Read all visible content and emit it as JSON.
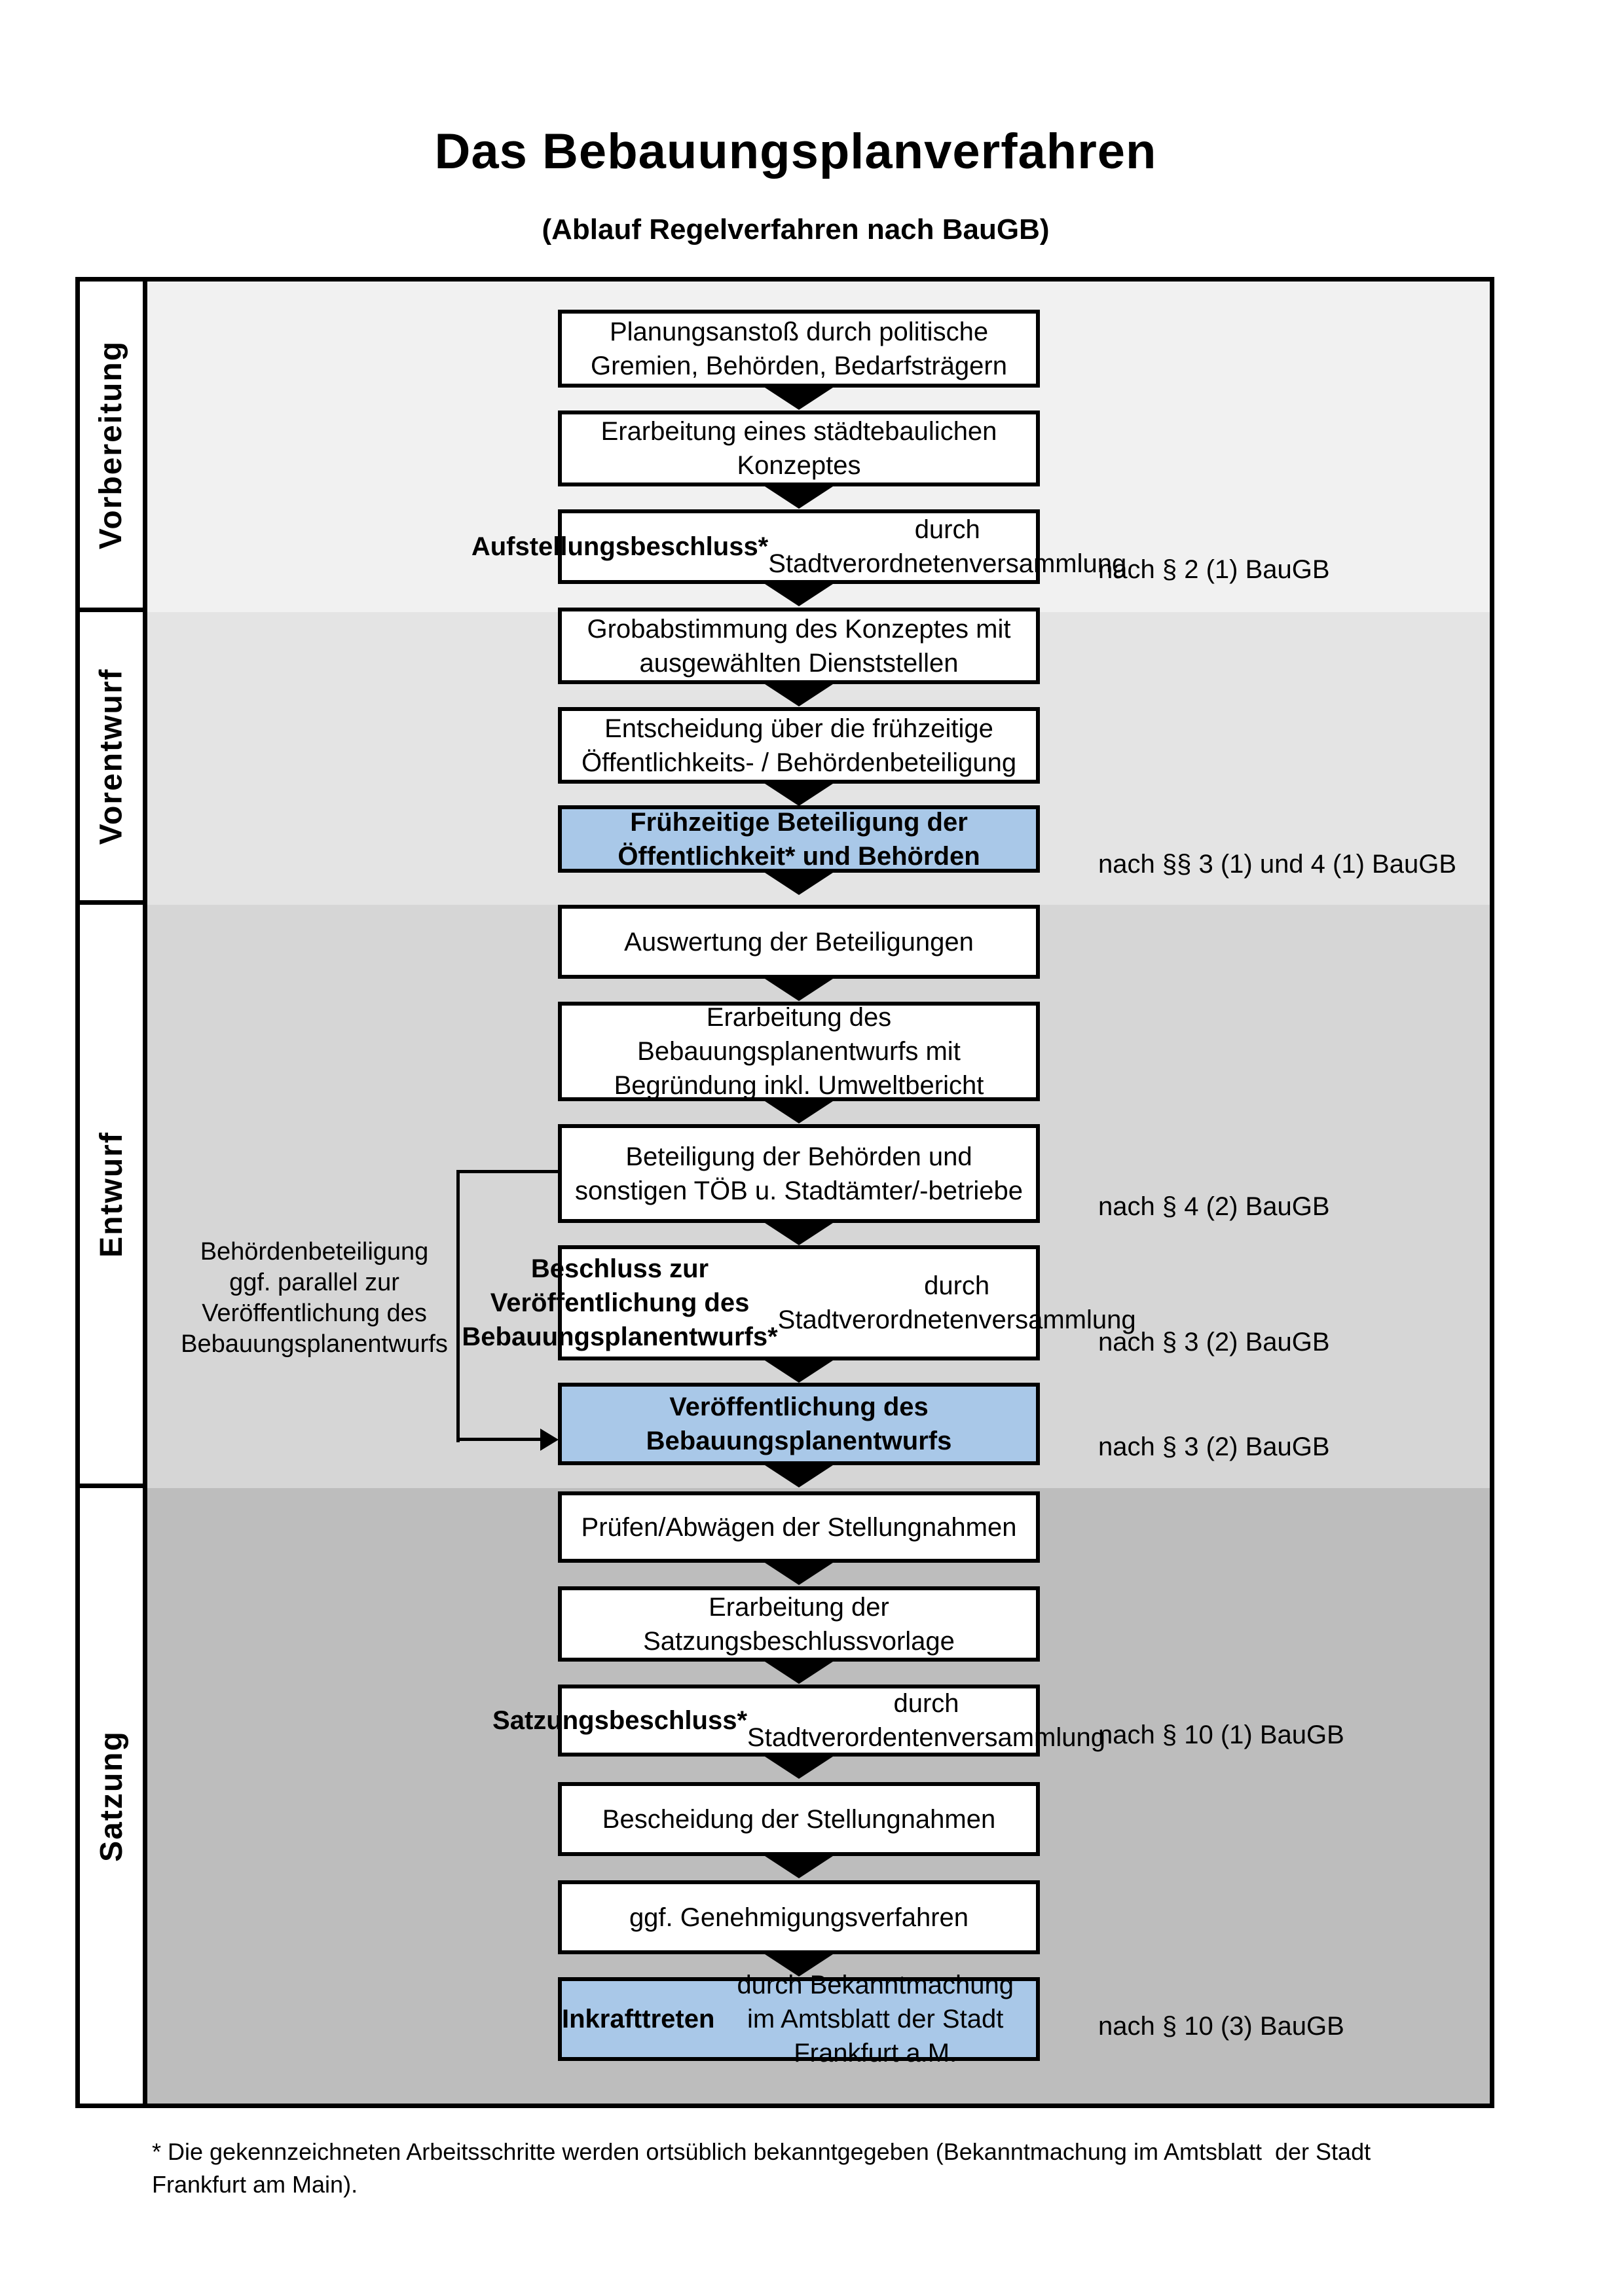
{
  "title": "Das Bebauungsplanverfahren",
  "subtitle": "(Ablauf Regelverfahren nach BauGB)",
  "phases": [
    {
      "label": "Vorbereitung"
    },
    {
      "label": "Vorentwurf"
    },
    {
      "label": "Entwurf"
    },
    {
      "label": "Satzung"
    }
  ],
  "steps": [
    {
      "bold": "",
      "rest": "Planungsanstoß durch politische\nGremien, Behörden, Bedarfsträgern"
    },
    {
      "bold": "",
      "rest": "Erarbeitung eines städtebaulichen\nKonzeptes"
    },
    {
      "bold": "Aufstellungsbeschluss*",
      "rest": " durch\nStadtverordnetenversammlung"
    },
    {
      "bold": "",
      "rest": "Grobabstimmung des Konzeptes mit\nausgewählten Dienststellen"
    },
    {
      "bold": "",
      "rest": "Entscheidung über die frühzeitige\nÖffentlichkeits- / Behördenbeteiligung"
    },
    {
      "bold": "Frühzeitige Beteiligung der\nÖffentlichkeit* und Behörden",
      "rest": ""
    },
    {
      "bold": "",
      "rest": "Auswertung der Beteiligungen"
    },
    {
      "bold": "",
      "rest": "Erarbeitung des\nBebauungsplanentwurfs mit\nBegründung inkl. Umweltbericht"
    },
    {
      "bold": "",
      "rest": "Beteiligung der Behörden und\nsonstigen TÖB u. Stadtämter/-betriebe"
    },
    {
      "bold": "Beschluss zur Veröffentlichung des\nBebauungsplanentwurfs*",
      "rest": " durch\nStadtverordnetenversammlung"
    },
    {
      "bold": "Veröffentlichung des\nBebauungsplanentwurfs",
      "rest": ""
    },
    {
      "bold": "",
      "rest": "Prüfen/Abwägen der Stellungnahmen"
    },
    {
      "bold": "",
      "rest": "Erarbeitung der\nSatzungsbeschlussvorlage"
    },
    {
      "bold": "Satzungsbeschluss*",
      "rest": " durch\nStadtverordentenversammlung"
    },
    {
      "bold": "",
      "rest": "Bescheidung der Stellungnahmen"
    },
    {
      "bold": "",
      "rest": "ggf. Genehmigungsverfahren"
    },
    {
      "bold": "Inkrafttreten",
      "rest": " durch Bekanntmachung\nim Amtsblatt der Stadt Frankfurt a.M."
    }
  ],
  "refs": [
    {
      "text": "nach § 2 (1) BauGB"
    },
    {
      "text": "nach §§ 3 (1) und 4 (1) BauGB"
    },
    {
      "text": "nach § 4 (2) BauGB"
    },
    {
      "text": "nach § 3 (2) BauGB"
    },
    {
      "text": "nach § 3 (2) BauGB"
    },
    {
      "text": "nach § 10 (1) BauGB"
    },
    {
      "text": "nach § 10 (3) BauGB"
    }
  ],
  "side_note": "Behördenbeteiligung\nggf. parallel zur\nVeröffentlichung des\nBebauungsplanentwurfs",
  "footnote": "* Die gekennzeichneten Arbeitsschritte werden ortsüblich bekanntgegeben (Bekanntmachung im Amtsblatt  der Stadt\nFrankfurt am Main).",
  "colors": {
    "highlight_fill": "#a9c8e8",
    "phase_backgrounds": [
      "#f1f1f1",
      "#e4e4e4",
      "#d6d6d6",
      "#bdbdbd"
    ]
  }
}
